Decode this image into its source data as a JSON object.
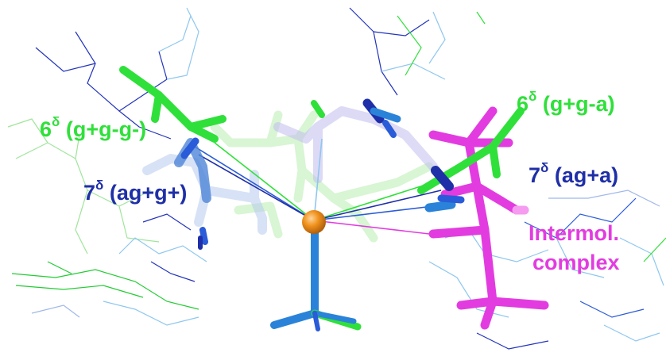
{
  "labels": {
    "left_green": {
      "base": "6",
      "sup": "δ",
      "rest": " (g+g-g-)",
      "color": "#2fe03a"
    },
    "left_blue": {
      "base": "7",
      "sup": "δ",
      "rest": " (ag+g+)",
      "color": "#1f2fa8"
    },
    "right_green": {
      "base": "6",
      "sup": "δ",
      "rest": " (g+g-a)",
      "color": "#2fe03a"
    },
    "right_blue": {
      "base": "7",
      "sup": "δ",
      "rest": " (ag+a)",
      "color": "#1f2fa8"
    },
    "complex_line1": "Intermol.",
    "complex_line2": "complex"
  },
  "colors": {
    "green": "#2fe03a",
    "light_green": "#bff0b8",
    "dark_blue": "#1f2fa8",
    "mid_blue": "#2a5bd8",
    "light_blue": "#8ec7f0",
    "pale_blue": "#b9cbef",
    "lavender": "#c3bdf0",
    "magenta": "#e23ce0",
    "metal": "#f0921c"
  }
}
